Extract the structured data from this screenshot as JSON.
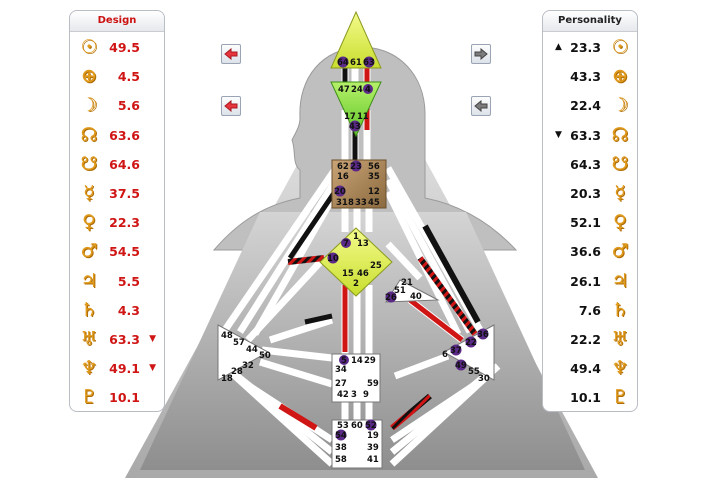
{
  "design": {
    "title": "Design",
    "rows": [
      {
        "planet": "sun-icon",
        "glyph": "☉",
        "value": "49.5",
        "marker": ""
      },
      {
        "planet": "earth-icon",
        "glyph": "⊕",
        "value": "4.5",
        "marker": ""
      },
      {
        "planet": "moon-icon",
        "glyph": "☽",
        "value": "5.6",
        "marker": ""
      },
      {
        "planet": "north-node-icon",
        "glyph": "☊",
        "value": "63.6",
        "marker": ""
      },
      {
        "planet": "south-node-icon",
        "glyph": "☋",
        "value": "64.6",
        "marker": ""
      },
      {
        "planet": "mercury-icon",
        "glyph": "☿",
        "value": "37.5",
        "marker": ""
      },
      {
        "planet": "venus-icon",
        "glyph": "♀",
        "value": "22.3",
        "marker": ""
      },
      {
        "planet": "mars-icon",
        "glyph": "♂",
        "value": "54.5",
        "marker": ""
      },
      {
        "planet": "jupiter-icon",
        "glyph": "♃",
        "value": "5.5",
        "marker": ""
      },
      {
        "planet": "saturn-icon",
        "glyph": "♄",
        "value": "4.3",
        "marker": ""
      },
      {
        "planet": "uranus-icon",
        "glyph": "♅",
        "value": "63.3",
        "marker": "▼"
      },
      {
        "planet": "neptune-icon",
        "glyph": "♆",
        "value": "49.1",
        "marker": "▼"
      },
      {
        "planet": "pluto-icon",
        "glyph": "♇",
        "value": "10.1",
        "marker": ""
      }
    ]
  },
  "personality": {
    "title": "Personality",
    "rows": [
      {
        "planet": "sun-icon",
        "glyph": "☉",
        "value": "23.3",
        "marker": "▲"
      },
      {
        "planet": "earth-icon",
        "glyph": "⊕",
        "value": "43.3",
        "marker": ""
      },
      {
        "planet": "moon-icon",
        "glyph": "☽",
        "value": "22.4",
        "marker": ""
      },
      {
        "planet": "north-node-icon",
        "glyph": "☊",
        "value": "63.3",
        "marker": "▼"
      },
      {
        "planet": "south-node-icon",
        "glyph": "☋",
        "value": "64.3",
        "marker": ""
      },
      {
        "planet": "mercury-icon",
        "glyph": "☿",
        "value": "20.3",
        "marker": ""
      },
      {
        "planet": "venus-icon",
        "glyph": "♀",
        "value": "52.1",
        "marker": ""
      },
      {
        "planet": "mars-icon",
        "glyph": "♂",
        "value": "36.6",
        "marker": ""
      },
      {
        "planet": "jupiter-icon",
        "glyph": "♃",
        "value": "26.1",
        "marker": ""
      },
      {
        "planet": "saturn-icon",
        "glyph": "♄",
        "value": "7.6",
        "marker": ""
      },
      {
        "planet": "uranus-icon",
        "glyph": "♅",
        "value": "22.2",
        "marker": ""
      },
      {
        "planet": "neptune-icon",
        "glyph": "♆",
        "value": "49.4",
        "marker": ""
      },
      {
        "planet": "pluto-icon",
        "glyph": "♇",
        "value": "10.1",
        "marker": ""
      }
    ]
  },
  "nav": {
    "design_next": "red-arrow-left-icon",
    "design_prev": "red-arrow-left-icon",
    "personality_next": "gray-arrow-right-icon",
    "personality_prev": "gray-arrow-left-icon"
  },
  "colors": {
    "design": "#d01515",
    "personality": "#111111",
    "head_center": "#d6ea4a",
    "ajna_center": "#7fd83a",
    "throat_center": "#a07b4e",
    "g_center": "#dcea4a",
    "gate_badge": "#5b2a88"
  },
  "gates": {
    "head": [
      "64",
      "61",
      "63"
    ],
    "ajna": [
      "47",
      "24",
      "4",
      "17",
      "11",
      "43"
    ],
    "throat": [
      "62",
      "23",
      "56",
      "16",
      "35",
      "20",
      "12",
      "31",
      "8",
      "33",
      "45"
    ],
    "g": [
      "1",
      "7",
      "13",
      "10",
      "15",
      "46",
      "25",
      "2"
    ],
    "ego": [
      "21",
      "51",
      "26",
      "40"
    ],
    "spleen": [
      "48",
      "57",
      "44",
      "50",
      "32",
      "28",
      "18"
    ],
    "sacral": [
      "5",
      "14",
      "29",
      "34",
      "27",
      "59",
      "42",
      "3",
      "9"
    ],
    "solar_plexus": [
      "36",
      "22",
      "6",
      "37",
      "49",
      "55",
      "30"
    ],
    "root": [
      "53",
      "60",
      "52",
      "54",
      "19",
      "38",
      "39",
      "58",
      "41"
    ]
  },
  "active_gates": [
    "64",
    "63",
    "4",
    "43",
    "23",
    "20",
    "10",
    "26",
    "5",
    "37",
    "22",
    "49",
    "36",
    "54",
    "52"
  ]
}
